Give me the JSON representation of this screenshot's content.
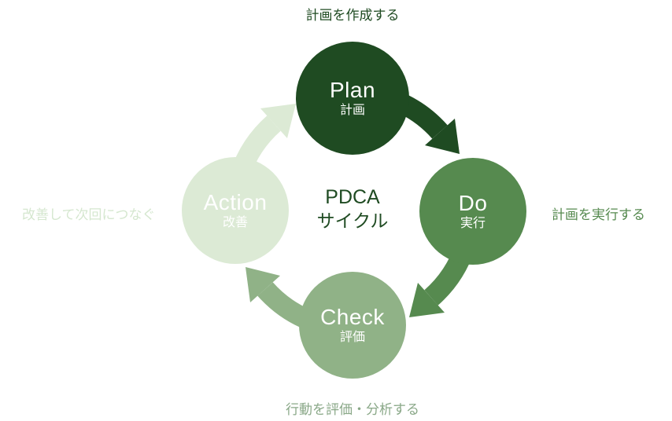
{
  "diagram": {
    "background": "#ffffff",
    "node_text_color": "#ffffff",
    "center": {
      "line1": "PDCA",
      "line2": "サイクル",
      "color": "#1f4b22"
    },
    "nodes": {
      "plan": {
        "label": "Plan",
        "sublabel": "計画",
        "color": "#1f4b22"
      },
      "do": {
        "label": "Do",
        "sublabel": "実行",
        "color": "#568a4f"
      },
      "check": {
        "label": "Check",
        "sublabel": "評価",
        "color": "#90b287"
      },
      "action": {
        "label": "Action",
        "sublabel": "改善",
        "color": "#dcead5"
      }
    },
    "arrows": {
      "action_to_plan": {
        "color": "#dcead5"
      },
      "plan_to_do": {
        "color": "#1f4b22"
      },
      "do_to_check": {
        "color": "#568a4f"
      },
      "check_to_action": {
        "color": "#90b287"
      }
    },
    "annotations": {
      "top": {
        "text": "計画を作成する",
        "color": "#1f4b22"
      },
      "right": {
        "text": "計画を実行する",
        "color": "#568a4f"
      },
      "bottom": {
        "text": "行動を評価・分析する",
        "color": "#8aa888"
      },
      "left": {
        "text": "改善して次回につなぐ",
        "color": "#d5e7cf"
      }
    }
  }
}
